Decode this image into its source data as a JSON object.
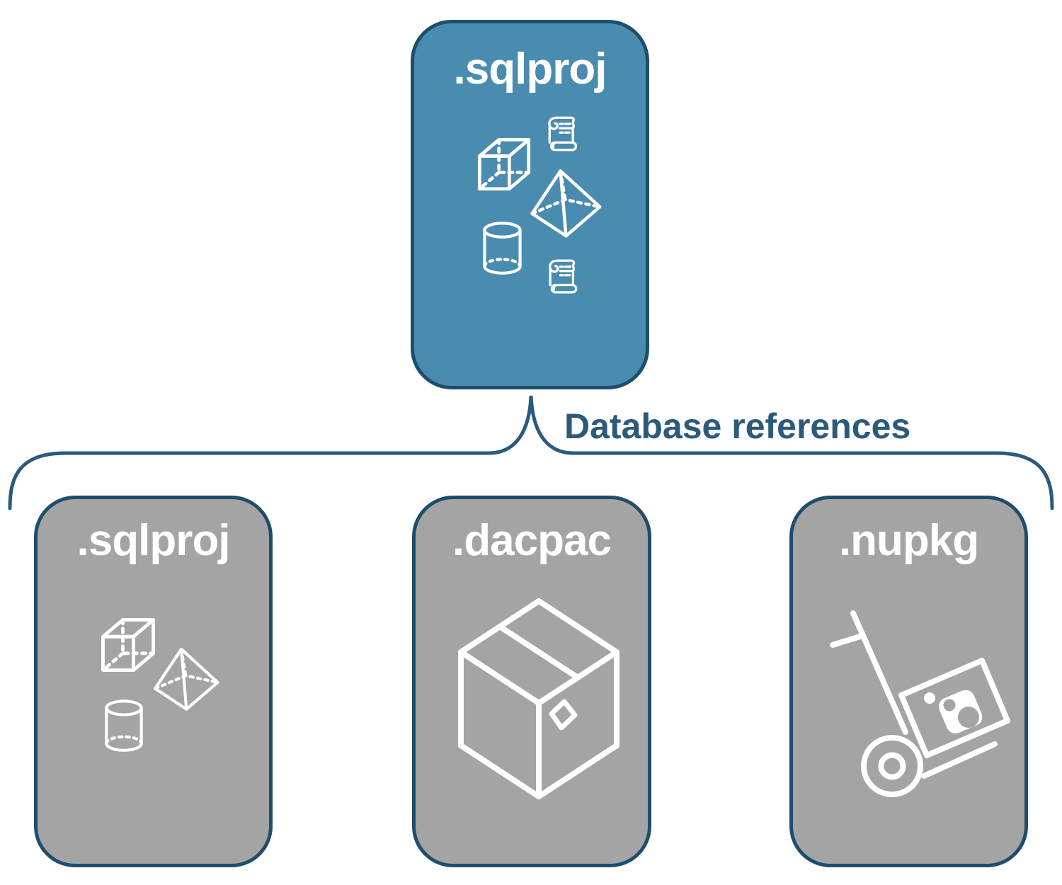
{
  "diagram": {
    "root": {
      "label": ".sqlproj",
      "icons": [
        "scroll-icon",
        "cube-icon",
        "pyramid-icon",
        "cylinder-icon",
        "scroll-icon"
      ]
    },
    "connector": {
      "label": "Database references"
    },
    "children": [
      {
        "label": ".sqlproj",
        "icons": [
          "cube-icon",
          "pyramid-icon",
          "cylinder-icon"
        ]
      },
      {
        "label": ".dacpac",
        "icons": [
          "package-box-icon"
        ]
      },
      {
        "label": ".nupkg",
        "icons": [
          "hand-truck-icon"
        ]
      }
    ],
    "colors": {
      "root_fill": "#4a8caf",
      "child_fill": "#a4a4a4",
      "node_border": "#1e4e6b",
      "connector_line": "#2a5a7c",
      "connector_text": "#2d5a7b",
      "icon_stroke": "#ffffff",
      "label_text": "#ffffff",
      "background": "#ffffff"
    }
  }
}
